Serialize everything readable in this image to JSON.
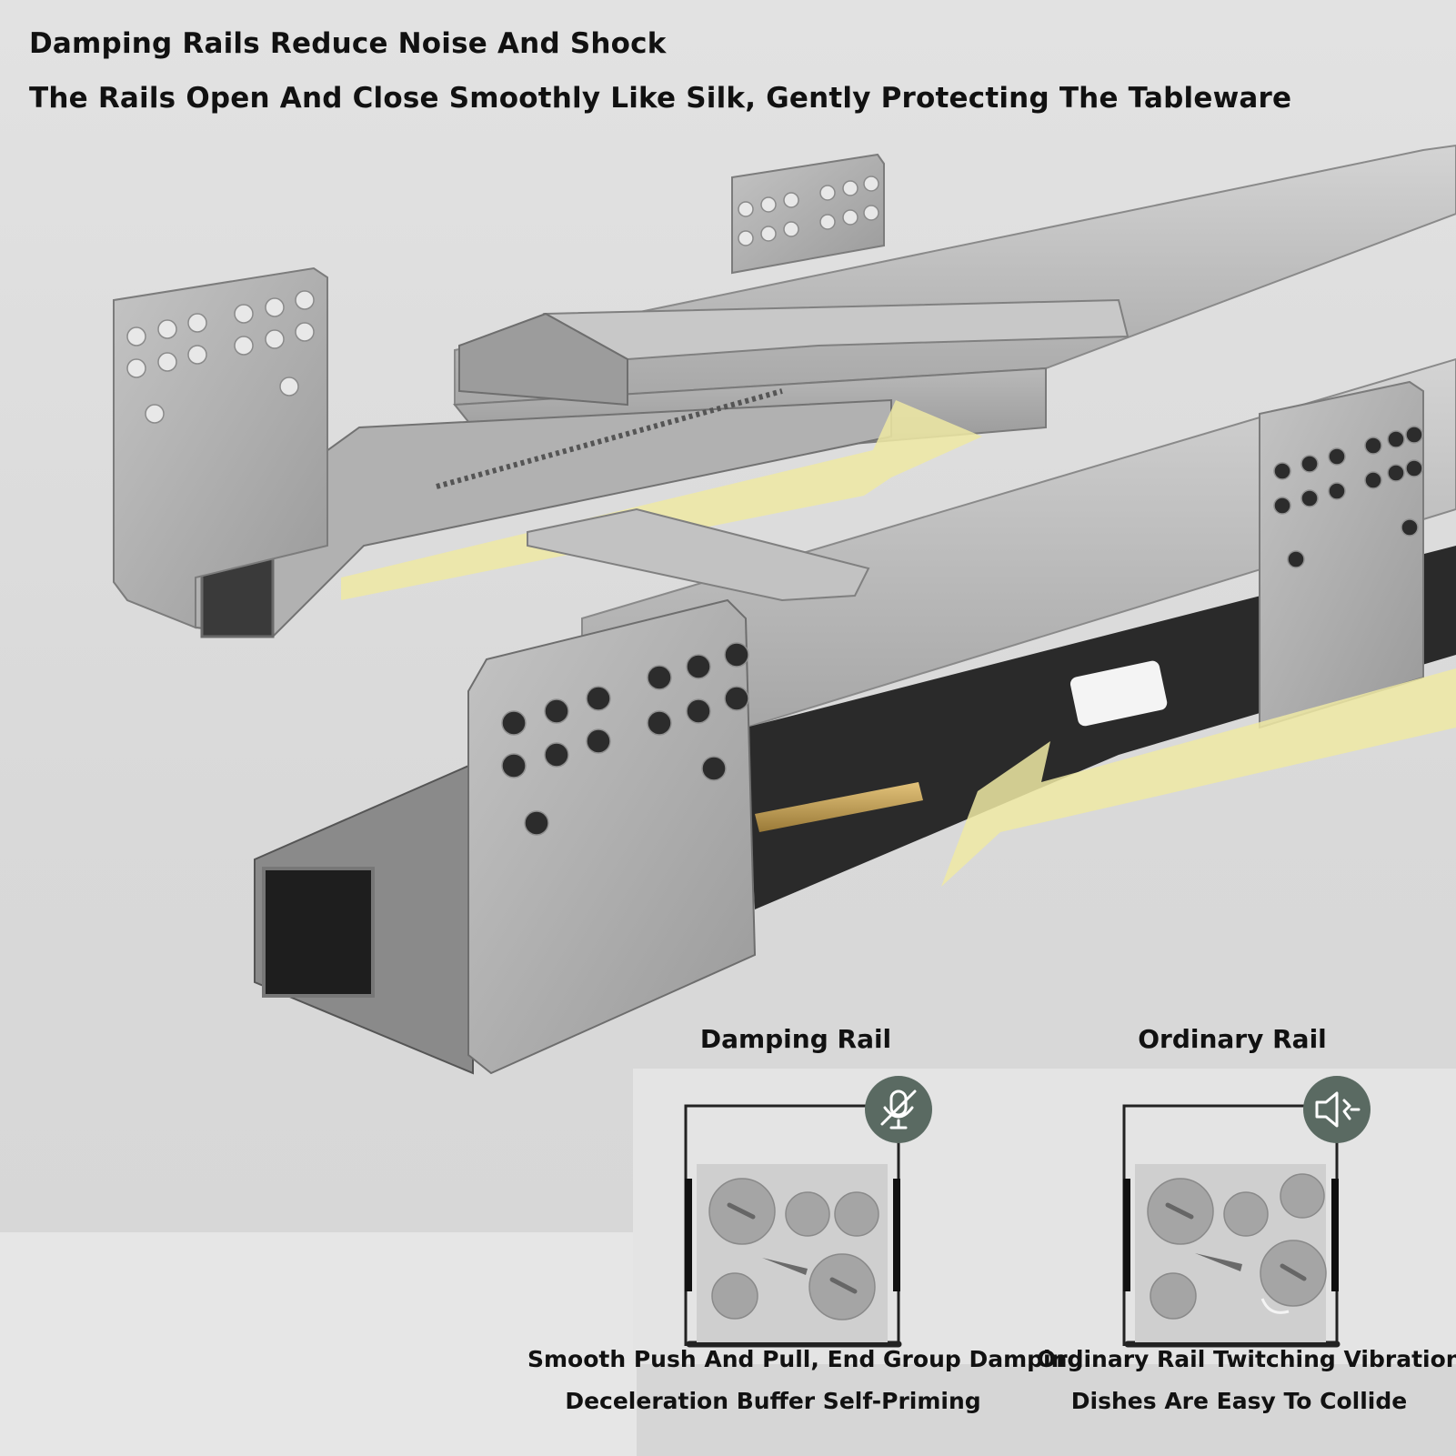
{
  "heading": {
    "line1": "Damping Rails Reduce Noise And Shock",
    "line2": "The Rails Open And Close Smoothly Like Silk, Gently Protecting The Tableware"
  },
  "comparison": {
    "damping": {
      "label": "Damping Rail",
      "icon": "mute-microphone-icon",
      "caption_line1": "Smooth Push And Pull, End Group Damping",
      "caption_line2": "Deceleration Buffer Self-Priming"
    },
    "ordinary": {
      "label": "Ordinary Rail",
      "icon": "speaker-noise-icon",
      "caption_line1": "Ordinary Rail Twitching Vibration",
      "caption_line2": "Dishes Are Easy To Collide"
    }
  },
  "colors": {
    "accent_yellow": "#efe9a3",
    "icon_badge": "#5a6a62",
    "steel": "#a9a9a9",
    "text": "#111111"
  }
}
